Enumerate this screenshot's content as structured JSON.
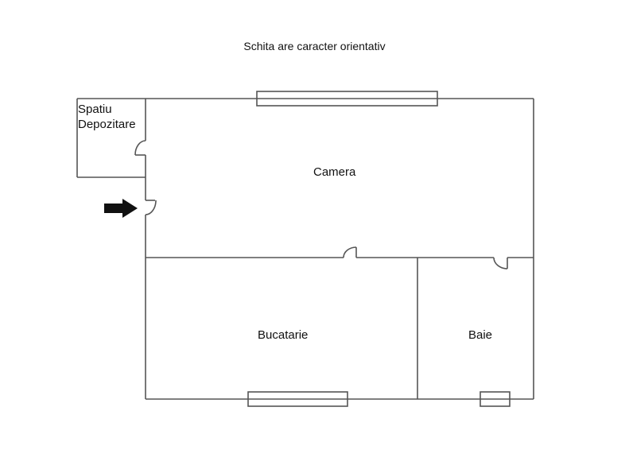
{
  "title": "Schita are caracter orientativ",
  "rooms": {
    "storage": {
      "line1": "Spatiu",
      "line2": "Depozitare"
    },
    "camera": "Camera",
    "kitchen": "Bucatarie",
    "bath": "Baie"
  },
  "icons": {
    "entrance": "entrance-arrow-icon"
  },
  "colors": {
    "wall": "#555555",
    "text": "#111111",
    "arrow": "#111111",
    "background": "#ffffff"
  }
}
